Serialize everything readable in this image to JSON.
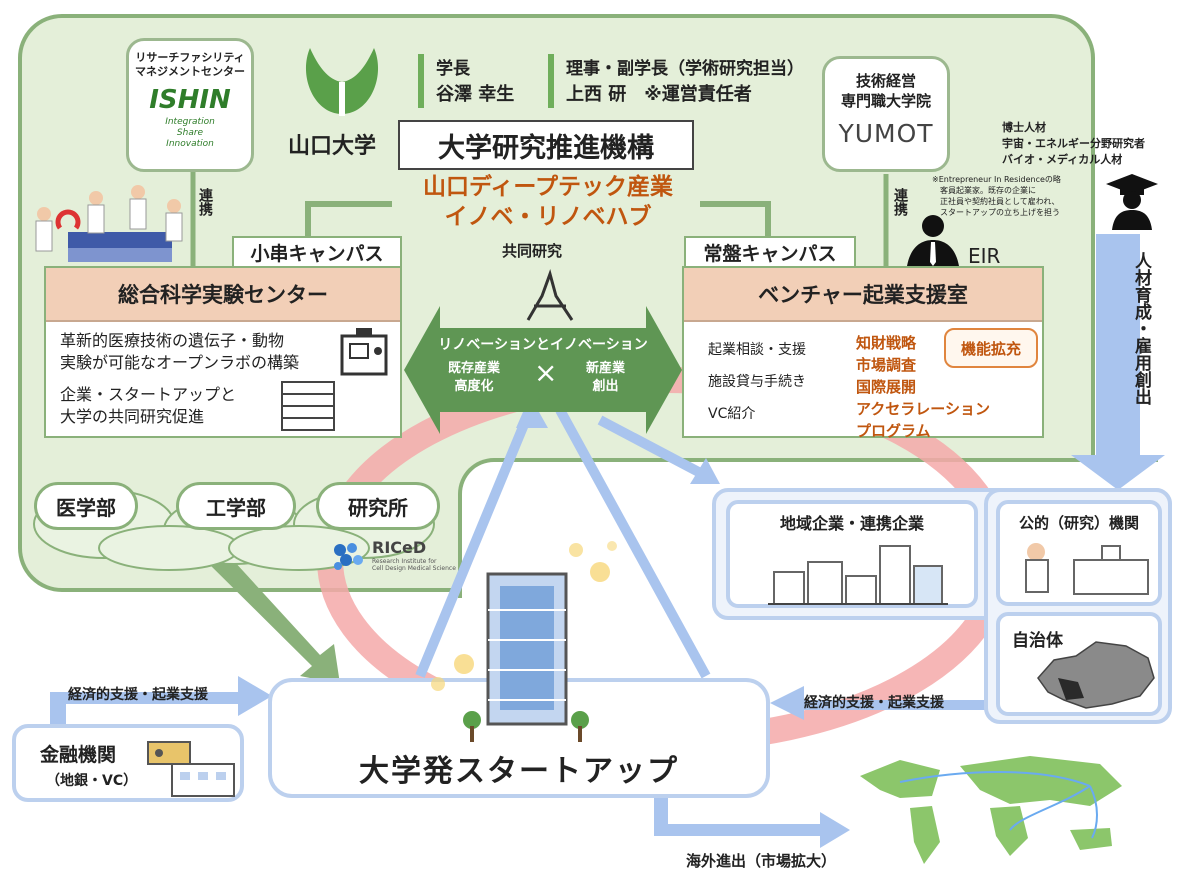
{
  "org": {
    "university_name": "山口大学",
    "president_role": "学長",
    "president_name": "谷澤 幸生",
    "director_role": "理事・副学長（学術研究担当）",
    "director_name": "上西 研　※運営責任者",
    "promotion_org": "大学研究推進機構",
    "hub_line1": "山口ディープテック産業",
    "hub_line2": "イノベ・リノベハブ"
  },
  "ishin": {
    "title_line1": "リサーチファシリティ",
    "title_line2": "マネジメントセンター",
    "logo": "ISHIN",
    "tag1": "Integration",
    "tag2": "Share",
    "tag3": "Innovation",
    "link_label": "連携"
  },
  "yumot": {
    "title_line1": "技術経営",
    "title_line2": "専門職大学院",
    "logo": "YUMOT",
    "link_label": "連携"
  },
  "eir": {
    "note_line1": "※Entrepreneur In Residenceの略",
    "note_line2": "客員起業家。既存の企業に",
    "note_line3": "正社員や契約社員として雇われ、",
    "note_line4": "スタートアップの立ち上げを担う",
    "label": "EIR"
  },
  "talent": {
    "line1": "博士人材",
    "line2": "宇宙・エネルギー分野研究者",
    "line3": "バイオ・メディカル人材",
    "vertical": "人材育成・雇用創出"
  },
  "kogushi": {
    "campus": "小串キャンパス",
    "center": "総合科学実験センター",
    "desc1_line1": "革新的医療技術の遺伝子・動物",
    "desc1_line2": "実験が可能なオープンラボの構築",
    "desc2_line1": "企業・スタートアップと",
    "desc2_line2": "大学の共同研究促進"
  },
  "tokiwa": {
    "campus": "常盤キャンパス",
    "office": "ベンチャー起業支援室",
    "items": [
      "起業相談・支援",
      "施設貸与手続き",
      "VC紹介"
    ],
    "expanded": [
      "知財戦略",
      "市場調査",
      "国際展開",
      "アクセラレーション",
      "プログラム"
    ],
    "badge": "機能拡充"
  },
  "center_arrow": {
    "joint": "共同研究",
    "title": "リノベーションとイノベーション",
    "left_line1": "既存産業",
    "left_line2": "高度化",
    "cross": "×",
    "right_line1": "新産業",
    "right_line2": "創出"
  },
  "faculties": [
    "医学部",
    "工学部",
    "研究所"
  ],
  "riced": {
    "name": "RICeD",
    "sub1": "Research Institute for",
    "sub2": "Cell Design Medical Science"
  },
  "partners": {
    "regional": "地域企業・連携企業",
    "public": "公的（研究）機関",
    "municipality": "自治体"
  },
  "support": {
    "left": "経済的支援・起業支援",
    "right": "経済的支援・起業支援"
  },
  "finance": {
    "line1": "金融機関",
    "line2": "（地銀・VC）"
  },
  "startup": "大学発スタートアップ",
  "overseas": "海外進出（市場拡大）",
  "colors": {
    "green_fill": "#e4efd9",
    "green_border": "#8ab17a",
    "orange_text": "#c0560f",
    "blue_arrow": "#a9c4ee",
    "red_ring": "#f4a9a9",
    "peach_header": "#f2cfb7"
  }
}
